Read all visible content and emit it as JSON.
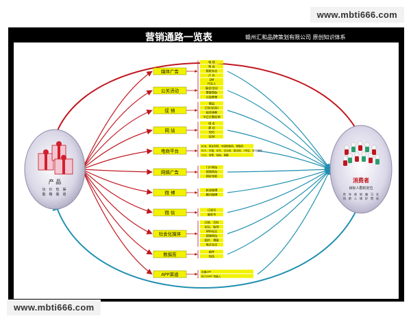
{
  "watermark_top": "www.mbti666.com",
  "watermark_bottom": "www.mbti666.com",
  "title": "营销通路一览表",
  "company": "赣州汇和品牌策划有限公司  原创知识体系",
  "product": {
    "label": "产 品",
    "attributes": [
      "功能",
      "价格",
      "包装",
      "渠道"
    ]
  },
  "consumer": {
    "label": "消费者",
    "sublabel": "目标人群的定位",
    "attributes": [
      "性别",
      "年龄",
      "收入",
      "地域",
      "偏好",
      "习惯",
      "文化"
    ]
  },
  "channels": [
    {
      "name": "媒体广告",
      "items": [
        "电 视",
        "电 台",
        "报纸杂志",
        "户 外",
        "DM"
      ]
    },
    {
      "name": "公关活动",
      "items": [
        "代言人",
        "展会/会议",
        "赛事赞助",
        "公益慈善"
      ]
    },
    {
      "name": "促 销",
      "items": [
        "赠品",
        "打折(折扣)",
        "组合销售",
        "节日主题促销"
      ]
    },
    {
      "name": "网 站",
      "items": [
        "域 名",
        "建 站",
        "SEO",
        "SEM"
      ]
    },
    {
      "name": "电商平台",
      "items": [
        "B2B、网址烈烈、中国制造网、慧聪网",
        "B2C、天猫、京东、当当网、易迅网、1号店、亚马逊网",
        "C2C、淘宝、拍拍、易趣"
      ]
    },
    {
      "name": "网络广告",
      "items": [
        "门户网站",
        "视频网站",
        "网址导航"
      ]
    },
    {
      "name": "微 博",
      "items": [
        "新浪微博",
        "腾讯微博"
      ]
    },
    {
      "name": "微 信",
      "items": [
        "订阅号",
        "服务号"
      ]
    },
    {
      "name": "社会化媒体",
      "items": [
        "问答、百科",
        "论坛、贴吧",
        "SNS社区",
        "视频网站",
        "图片、博客",
        "电子杂志"
      ]
    },
    {
      "name": "数据库",
      "items": [
        "邮件",
        "短信"
      ]
    },
    {
      "name": "APP渠道",
      "items": [
        "自建APP",
        "热门APP广告植入"
      ]
    }
  ],
  "colors": {
    "label_fill": "#f2f200",
    "red_arrow": "#c0161e",
    "blue_arrow": "#1f8fb0",
    "frame": "#000000"
  }
}
